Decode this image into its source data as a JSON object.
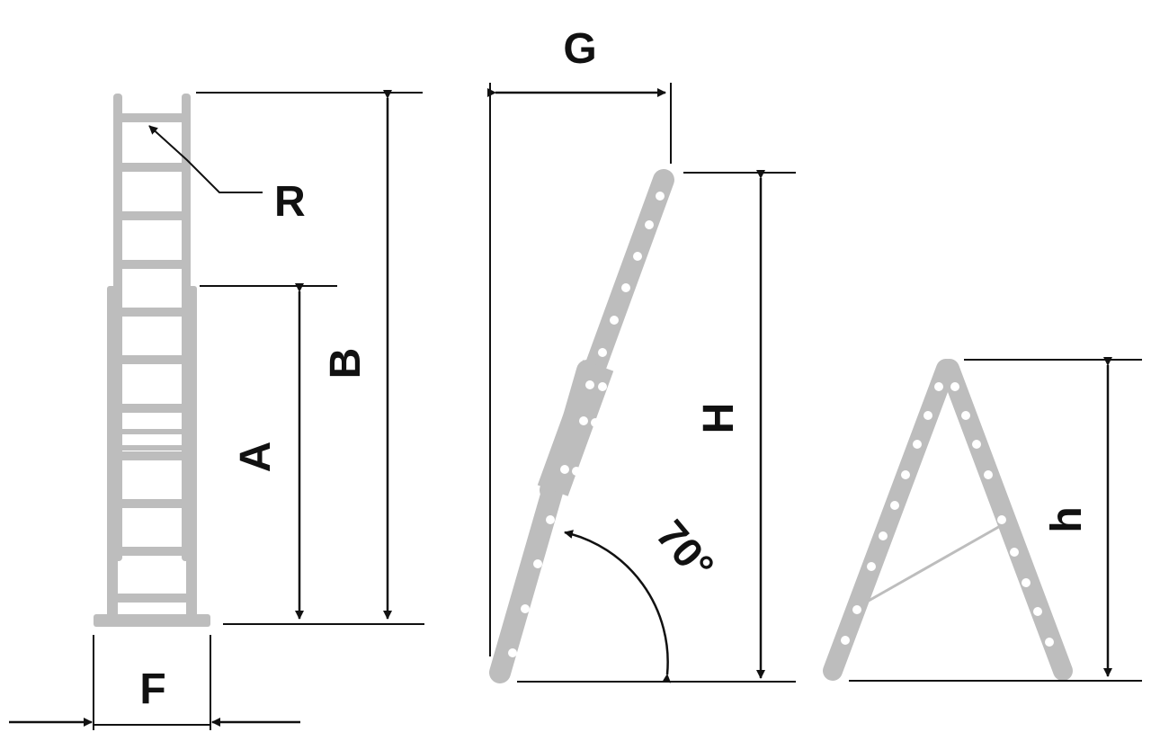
{
  "labels": {
    "R": "R",
    "A": "A",
    "B": "B",
    "F": "F",
    "G": "G",
    "H": "H",
    "h": "h",
    "angle": "70°"
  },
  "colors": {
    "ladder": "#bdbdbd",
    "ladder_dark": "#a9a9a9",
    "hole": "#ffffff",
    "line": "#111111"
  },
  "icons": {
    "extension_ladder": "extension-ladder-front-view",
    "leaning_ladder": "leaning-ladder-side-view",
    "a_frame_ladder": "a-frame-ladder-side-view"
  }
}
